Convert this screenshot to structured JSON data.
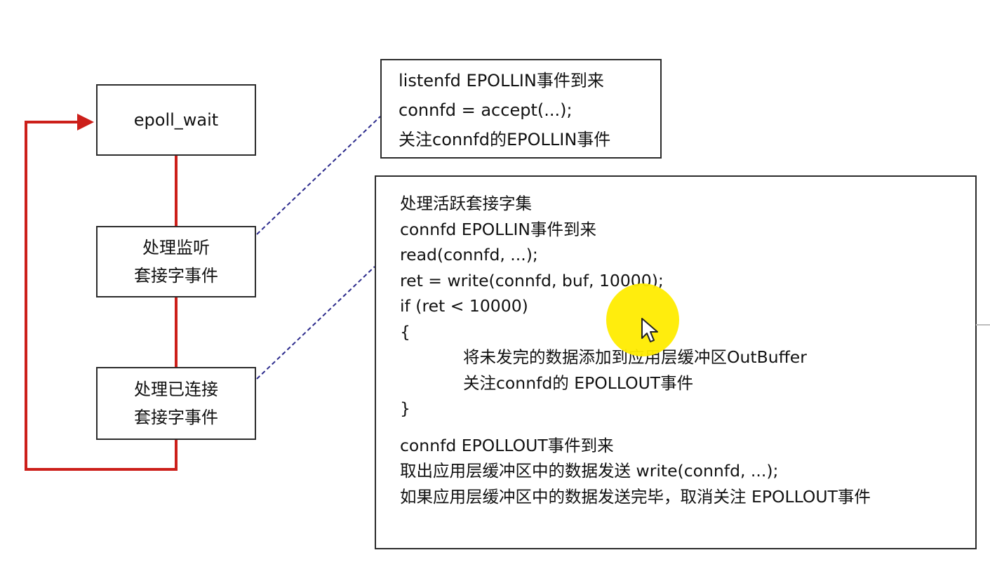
{
  "nodes": {
    "epoll_wait": "epoll_wait",
    "listen": [
      "处理监听",
      "套接字事件"
    ],
    "conn": [
      "处理已连接",
      "套接字事件"
    ]
  },
  "note_listen": {
    "lines": [
      "listenfd EPOLLIN事件到来",
      "connfd = accept(...);",
      "关注connfd的EPOLLIN事件"
    ]
  },
  "note_conn": {
    "lines": [
      "处理活跃套接字集",
      "connfd  EPOLLIN事件到来",
      "read(connfd, ...);",
      "ret = write(connfd, buf, 10000);",
      "if (ret < 10000)",
      "{",
      "将未发完的数据添加到应用层缓冲区OutBuffer",
      "关注connfd的  EPOLLOUT事件",
      "}",
      "connfd  EPOLLOUT事件到来",
      "取出应用层缓冲区中的数据发送  write(connfd, ...);",
      "如果应用层缓冲区中的数据发送完毕，取消关注 EPOLLOUT事件"
    ]
  },
  "colors": {
    "loop_red": "#cc1f1a",
    "dash_blue": "#2b2a8c",
    "box_border": "#2b2b2b",
    "highlight": "#ffec00"
  },
  "icons": {
    "cursor": "mouse-pointer-icon",
    "loop_arrow": "arrow-right-icon"
  }
}
